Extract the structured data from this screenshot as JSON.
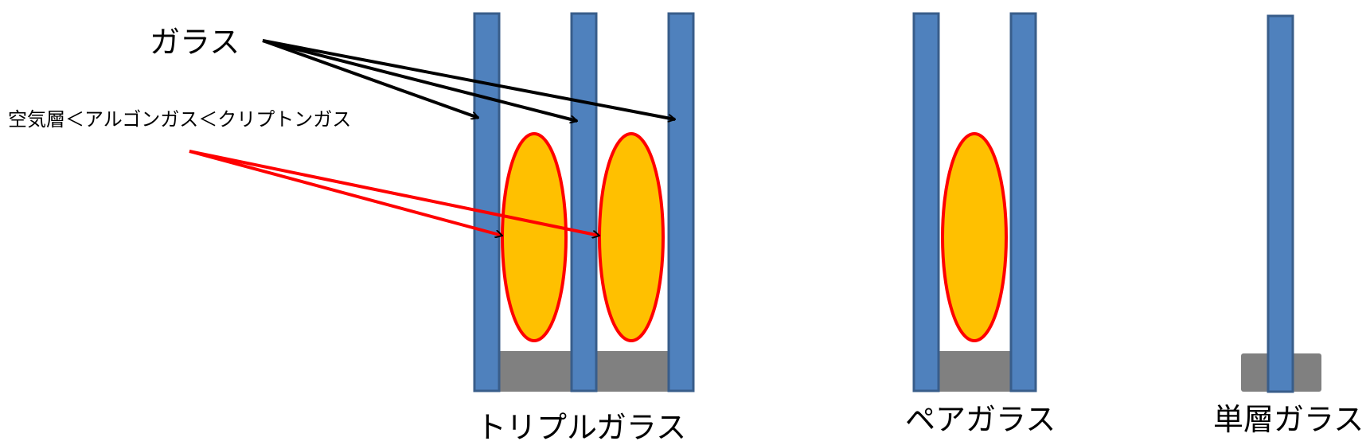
{
  "labels": {
    "glass": "ガラス",
    "gas_order": "空気層＜アルゴンガス＜クリプトンガス",
    "triple": "トリプルガラス",
    "pair": "ペアガラス",
    "single": "単層ガラス"
  },
  "colors": {
    "pane_fill": "#4f81bd",
    "pane_stroke": "#385d8a",
    "gas_fill": "#ffc000",
    "gas_stroke": "#ff0000",
    "spacer_fill": "#808080",
    "glass_arrow": "#000000",
    "gas_arrow": "#ff0000"
  }
}
